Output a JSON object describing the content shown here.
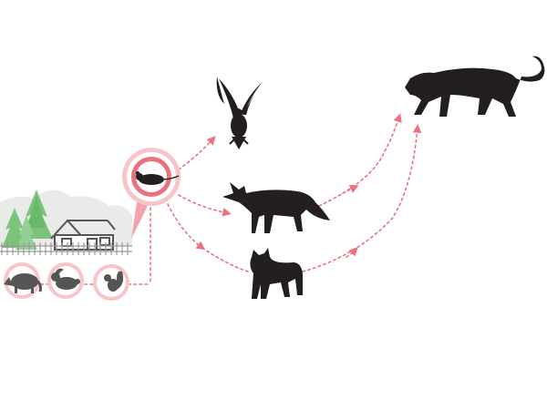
{
  "diagram": {
    "kind": "food-chain illustration",
    "nodes": [
      {
        "id": "rat",
        "icon": "rat-icon",
        "role": "target prey"
      },
      {
        "id": "raccoon",
        "icon": "raccoon-icon"
      },
      {
        "id": "rabbit",
        "icon": "rabbit-icon"
      },
      {
        "id": "squirrel",
        "icon": "squirrel-icon"
      },
      {
        "id": "owl",
        "icon": "owl-icon"
      },
      {
        "id": "fox",
        "icon": "fox-icon"
      },
      {
        "id": "bobcat",
        "icon": "bobcat-icon"
      },
      {
        "id": "mountain-lion",
        "icon": "mountain-lion-icon"
      }
    ],
    "edges": [
      [
        "rat",
        "owl"
      ],
      [
        "rat",
        "fox"
      ],
      [
        "rat",
        "bobcat"
      ],
      [
        "raccoon",
        "rat"
      ],
      [
        "rabbit",
        "rat"
      ],
      [
        "squirrel",
        "rat"
      ],
      [
        "fox",
        "mountain-lion"
      ],
      [
        "bobcat",
        "mountain-lion"
      ]
    ],
    "colors": {
      "accent": "#e8737e",
      "accent_light": "#f6c5ca",
      "silhouette": "#231f20",
      "tree": "#7cc47c",
      "hill": "#e9ebe9",
      "house": "#555555"
    }
  }
}
